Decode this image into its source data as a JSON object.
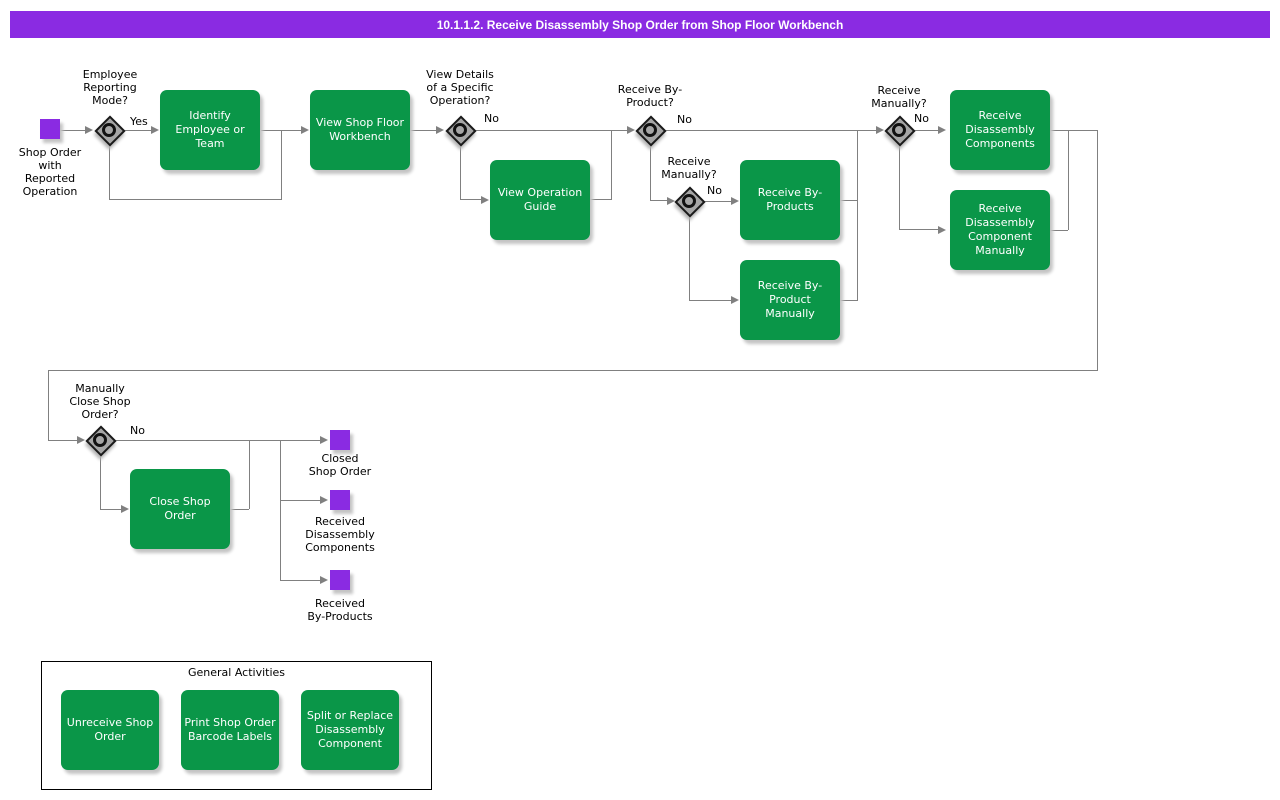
{
  "title": "10.1.1.2. Receive Disassembly Shop Order from Shop Floor Workbench",
  "colors": {
    "accent_purple": "#8a2be2",
    "activity_green": "#0a9648",
    "line_gray": "#808080",
    "diamond_gray": "#a6a6a6"
  },
  "nodes": {
    "start_event": {
      "label": "Shop Order\nwith\nReported\nOperation"
    },
    "d_employee_mode": {
      "question": "Employee\nReporting\nMode?",
      "yes_label": "Yes"
    },
    "identify_employee": {
      "label": "Identify\nEmployee or\nTeam"
    },
    "view_workbench": {
      "label": "View Shop Floor\nWorkbench"
    },
    "d_view_details": {
      "question": "View Details\nof a Specific\nOperation?",
      "no_label": "No"
    },
    "view_operation_guide": {
      "label": "View Operation\nGuide"
    },
    "d_receive_byproduct": {
      "question": "Receive By-\nProduct?",
      "no_label": "No"
    },
    "d_receive_manually_bp": {
      "question": "Receive\nManually?",
      "no_label": "No"
    },
    "receive_byproducts": {
      "label": "Receive By-\nProducts"
    },
    "receive_byproduct_manually": {
      "label": "Receive By-\nProduct\nManually"
    },
    "d_receive_manually_comp": {
      "question": "Receive\nManually?",
      "no_label": "No"
    },
    "receive_components": {
      "label": "Receive\nDisassembly\nComponents"
    },
    "receive_component_manually": {
      "label": "Receive\nDisassembly\nComponent\nManually"
    },
    "d_manually_close": {
      "question": "Manually\nClose Shop\nOrder?",
      "no_label": "No"
    },
    "close_shop_order": {
      "label": "Close Shop\nOrder"
    },
    "end_closed_shop_order": {
      "label": "Closed\nShop Order"
    },
    "end_received_components": {
      "label": "Received\nDisassembly\nComponents"
    },
    "end_received_byproducts": {
      "label": "Received\nBy-Products"
    }
  },
  "general_activities": {
    "title": "General Activities",
    "items": [
      {
        "label": "Unreceive Shop\nOrder"
      },
      {
        "label": "Print Shop Order\nBarcode Labels"
      },
      {
        "label": "Split or Replace\nDisassembly\nComponent"
      }
    ]
  }
}
